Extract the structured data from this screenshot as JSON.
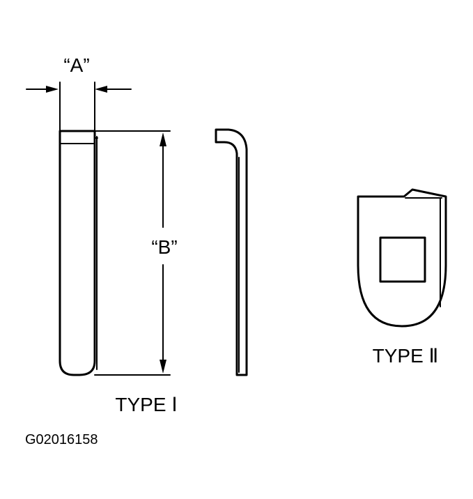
{
  "labels": {
    "dimension_a": "“A”",
    "dimension_b": "“B”",
    "type_1": "TYPE Ⅰ",
    "type_2": "TYPE Ⅱ",
    "figure_code": "G02016158"
  },
  "colors": {
    "line": "#000000",
    "background": "#ffffff"
  }
}
